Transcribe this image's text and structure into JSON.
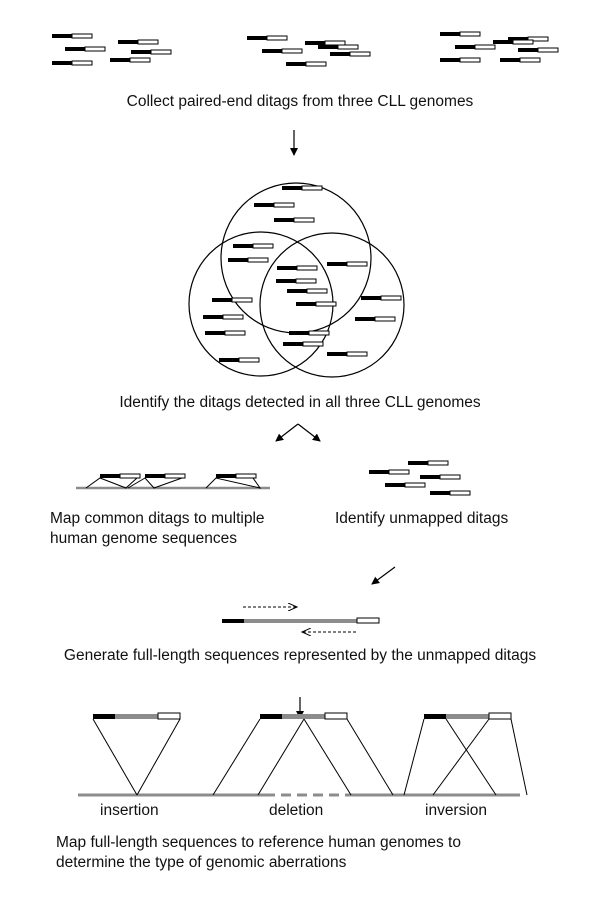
{
  "steps": {
    "collect": "Collect paired-end ditags from three CLL genomes",
    "identify_common": "Identify the ditags detected in all three CLL genomes",
    "map_common": [
      "Map common ditags to multiple",
      "human genome sequences"
    ],
    "identify_unmapped": "Identify unmapped ditags",
    "generate": "Generate full-length sequences represented by the unmapped ditags",
    "map_full": [
      "Map full-length sequences to reference human genomes to",
      "determine the type of genomic aberrations"
    ]
  },
  "aberrations": {
    "insertion": "insertion",
    "deletion": "deletion",
    "inversion": "inversion"
  },
  "colors": {
    "ditag_dark": "#000000",
    "ditag_light": "#ffffff",
    "genome_line": "#8c8c8c"
  }
}
